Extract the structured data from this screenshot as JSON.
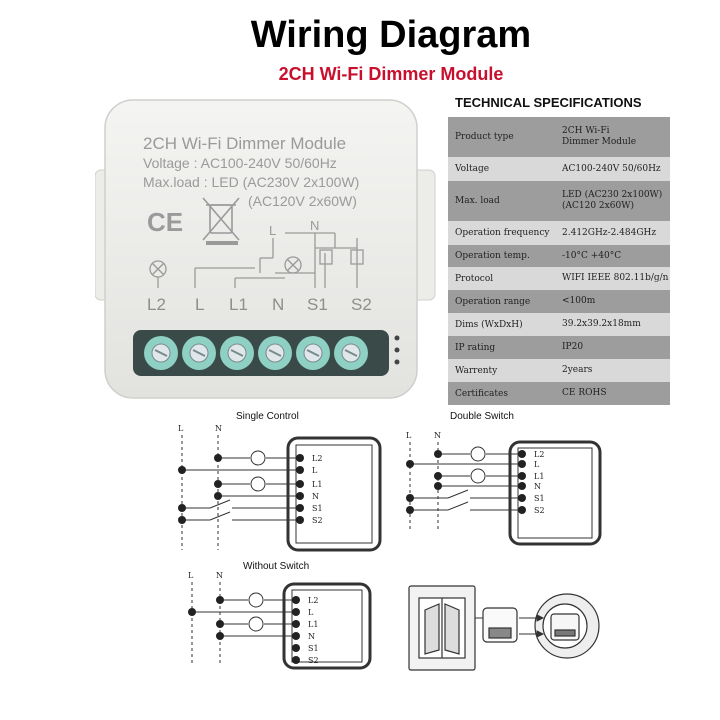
{
  "header": {
    "title": "Wiring Diagram",
    "subtitle": "2CH Wi-Fi Dimmer Module"
  },
  "module": {
    "line1": "2CH Wi-Fi Dimmer Module",
    "line2": "Voltage : AC100-240V 50/60Hz",
    "line3": "Max.load : LED (AC230V 2x100W)",
    "line4": "(AC120V 2x60W)",
    "ce_mark": "CE",
    "wiring_labels": [
      "L",
      "N"
    ],
    "terminal_labels": [
      "L2",
      "L",
      "L1",
      "N",
      "S1",
      "S2"
    ]
  },
  "specs": {
    "heading": "TECHNICAL SPECIFICATIONS",
    "rows": [
      {
        "key": "Product type",
        "value": "2CH Wi-Fi\nDimmer Module"
      },
      {
        "key": "Voltage",
        "value": "AC100-240V 50/60Hz"
      },
      {
        "key": "Max. load",
        "value": "LED (AC230 2x100W)\n(AC120 2x60W)"
      },
      {
        "key": "Operation frequency",
        "value": "2.412GHz-2.484GHz"
      },
      {
        "key": "Operation temp.",
        "value": "-10°C +40°C"
      },
      {
        "key": "Protocol",
        "value": "WIFI IEEE 802.11b/g/n"
      },
      {
        "key": "Operation range",
        "value": "<100m"
      },
      {
        "key": "Dims (WxDxH)",
        "value": "39.2x39.2x18mm"
      },
      {
        "key": "IP rating",
        "value": "IP20"
      },
      {
        "key": "Warrenty",
        "value": "2years"
      },
      {
        "key": "Certificates",
        "value": "CE ROHS"
      }
    ]
  },
  "diagrams": {
    "single": {
      "title": "Single Control",
      "line_labels": [
        "L",
        "N"
      ],
      "terminals": [
        "L2",
        "L",
        "L1",
        "N",
        "S1",
        "S2"
      ]
    },
    "double": {
      "title": "Double Switch",
      "line_labels": [
        "L",
        "N"
      ],
      "terminals": [
        "L2",
        "L",
        "L1",
        "N",
        "S1",
        "S2"
      ]
    },
    "without": {
      "title": "Without Switch",
      "line_labels": [
        "L",
        "N"
      ],
      "terminals": [
        "L2",
        "L",
        "L1",
        "N",
        "S1",
        "S2"
      ]
    }
  },
  "colors": {
    "subtitle": "#c8102e",
    "terminal": "#7fc6bb",
    "spec_dark": "#9d9d9d",
    "spec_light": "#d9d9d9"
  }
}
